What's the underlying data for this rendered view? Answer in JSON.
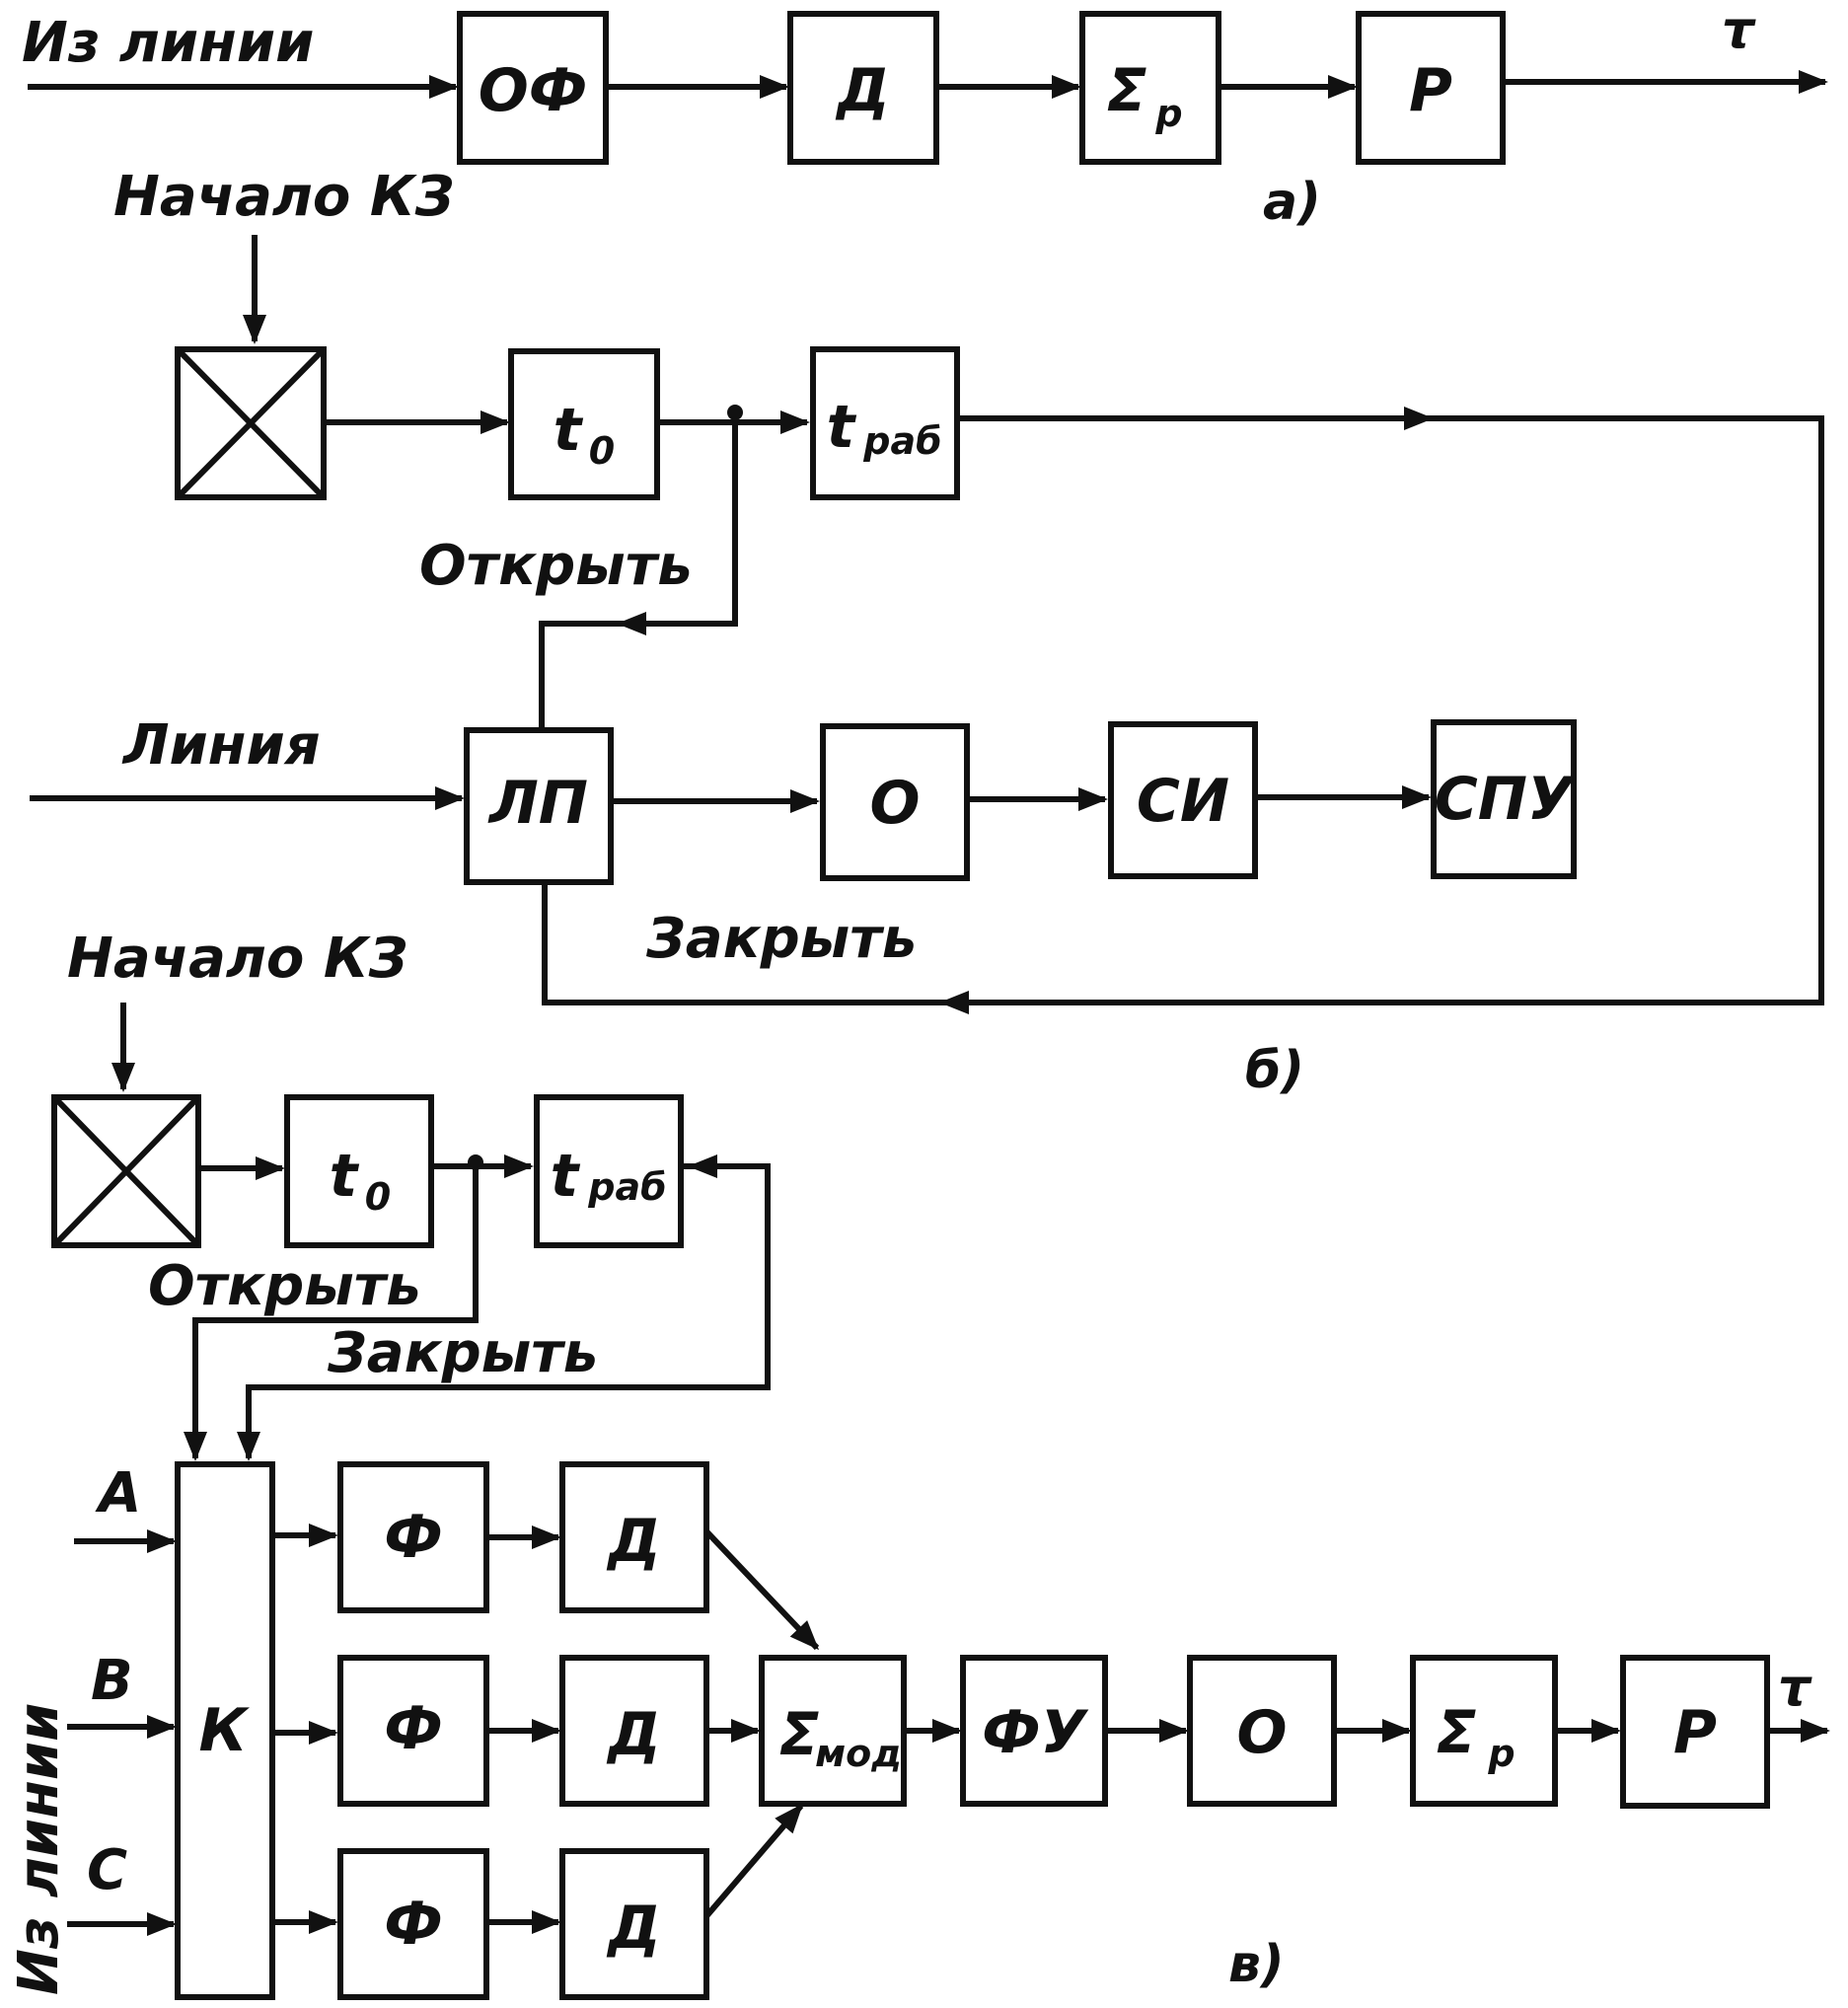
{
  "colors": {
    "ink": "#111111",
    "paper": "#ffffff"
  },
  "panel_a": {
    "input_label": "Из линии",
    "output_label": "τ",
    "caption": "а)",
    "blocks": [
      "ОФ",
      "Д",
      "Σ",
      "Р"
    ],
    "sum_sub": "р"
  },
  "panel_b": {
    "start_label": "Начало КЗ",
    "t0_main": "t",
    "t0_sub": "0",
    "trab_main": "t",
    "trab_sub": "раб",
    "open_label": "Открыть",
    "close_label": "Закрыть",
    "line_label": "Линия",
    "blocks": [
      "ЛП",
      "О",
      "СИ",
      "СПУ"
    ],
    "caption": "б)"
  },
  "panel_c": {
    "start_label": "Начало КЗ",
    "t0_main": "t",
    "t0_sub": "0",
    "trab_main": "t",
    "trab_sub": "раб",
    "open_label": "Открыть",
    "close_label": "Закрыть",
    "phase_labels": [
      "A",
      "B",
      "C"
    ],
    "side_label": "Из линии",
    "k_label": "К",
    "filter_labels": [
      "Ф",
      "Ф",
      "Ф"
    ],
    "detector_labels": [
      "Д",
      "Д",
      "Д"
    ],
    "sum_mod_main": "Σ",
    "sum_mod_sub": "мод",
    "chain": [
      "ФУ",
      "О",
      "Σ",
      "Р"
    ],
    "sum_sub": "р",
    "output_label": "τ",
    "caption": "в)"
  }
}
